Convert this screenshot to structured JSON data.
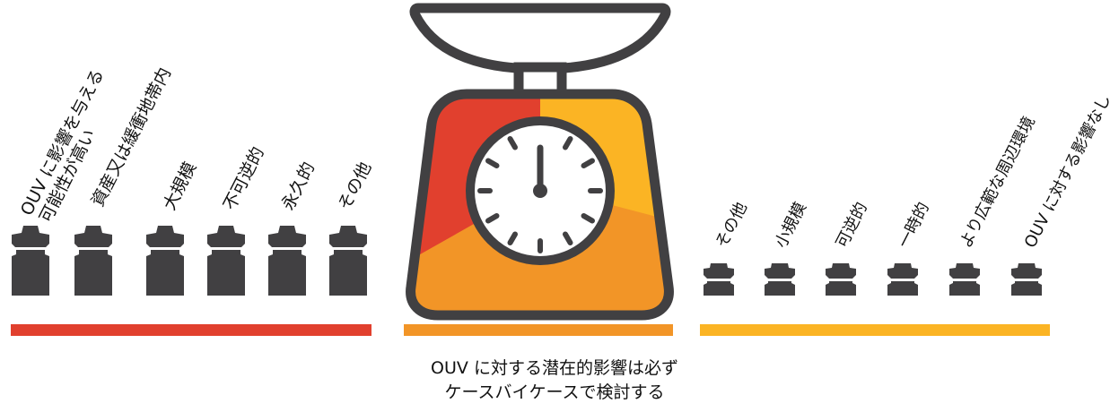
{
  "heavy_weights": [
    {
      "lines": [
        "OUV に影響を与える",
        "可能性が高い"
      ]
    },
    {
      "lines": [
        "資産又は緩衝地帯内"
      ]
    },
    {
      "lines": [
        "大規模"
      ]
    },
    {
      "lines": [
        "不可逆的"
      ]
    },
    {
      "lines": [
        "永久的"
      ]
    },
    {
      "lines": [
        "その他"
      ]
    }
  ],
  "light_weights": [
    {
      "lines": [
        "その他"
      ]
    },
    {
      "lines": [
        "小規模"
      ]
    },
    {
      "lines": [
        "可逆的"
      ]
    },
    {
      "lines": [
        "一時的"
      ]
    },
    {
      "lines": [
        "より広範な周辺環境"
      ]
    },
    {
      "lines": [
        "OUV に対する影響なし"
      ]
    }
  ],
  "caption": {
    "line1": "OUV に対する潜在的影響は必ず",
    "line2": "ケースバイケースで検討する"
  },
  "colors": {
    "dark": "#414042",
    "red": "#e1402e",
    "orange": "#f29527",
    "yellow": "#fbb424",
    "white": "#ffffff"
  },
  "icons": {
    "scale": "kitchen-scale-icon",
    "weight": "weight-icon",
    "dial": "clock-dial-icon"
  }
}
